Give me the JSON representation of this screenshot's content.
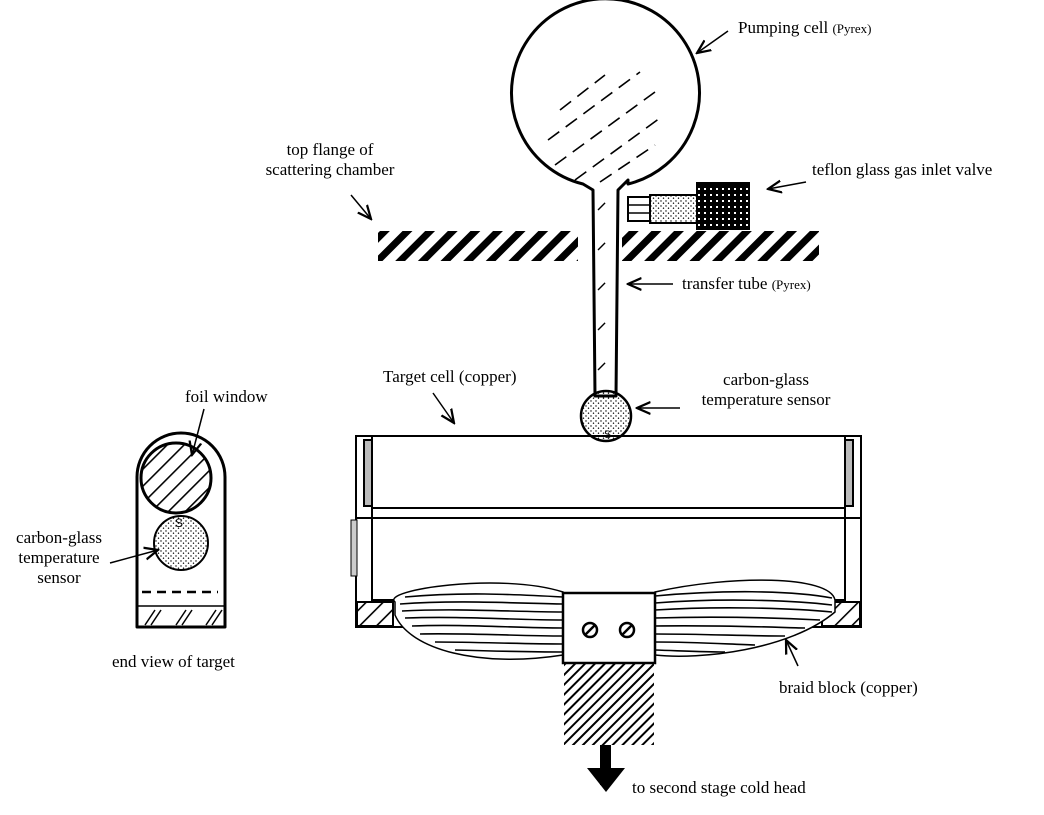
{
  "labels": {
    "pumping_cell": "Pumping cell",
    "pumping_cell_material": "(Pyrex)",
    "top_flange_line1": "top flange of",
    "top_flange_line2": "scattering chamber",
    "inlet_valve": "teflon glass gas inlet valve",
    "transfer_tube": "transfer tube",
    "transfer_tube_material": "(Pyrex)",
    "target_cell": "Target cell (copper)",
    "sensor_main_line1": "carbon-glass",
    "sensor_main_line2": "temperature sensor",
    "foil_window": "foil window",
    "sensor_end_line1": "carbon-glass",
    "sensor_end_line2": "temperature",
    "sensor_end_line3": "sensor",
    "end_view": "end view of target",
    "braid_block": "braid block (copper)",
    "cold_head": "to second stage cold head",
    "sensor_letter": "S"
  }
}
